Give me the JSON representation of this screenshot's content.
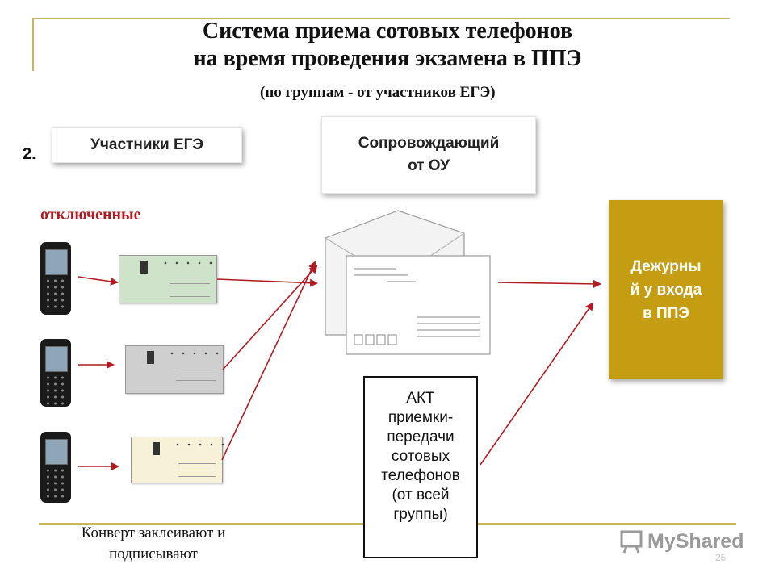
{
  "header": {
    "title_line1": "Система приема сотовых телефонов",
    "title_line2": "на время проведения экзамена в ППЭ",
    "subtitle": "(по группам  -  от участников ЕГЭ)"
  },
  "step_number": "2.",
  "participants_label": "Участники ЕГЭ",
  "escort_label_line1": "Сопровождающий",
  "escort_label_line2": "от ОУ",
  "switched_off_label": "отключенные",
  "akt_box": {
    "lines": [
      "АКТ",
      "приемки-",
      "передачи",
      "сотовых",
      "телефонов",
      "(от всей",
      "группы)"
    ]
  },
  "duty_box": {
    "lines": [
      "Дежурны",
      "й у входа",
      "в ППЭ"
    ],
    "color": "#c59d12"
  },
  "caption": {
    "line1": "Конверт заклеивают и",
    "line2": "подписывают"
  },
  "page_number": "25",
  "watermark": "MyShared",
  "colors": {
    "arrow": "#b01c22",
    "accent_line": "#c8b45a",
    "envelope_green": "#cfe3cb",
    "envelope_gray": "#cfcfcf",
    "envelope_cream": "#f7f1d8"
  },
  "icons": [
    "mobile-phone-icon",
    "envelope-icon",
    "arrow-icon"
  ]
}
